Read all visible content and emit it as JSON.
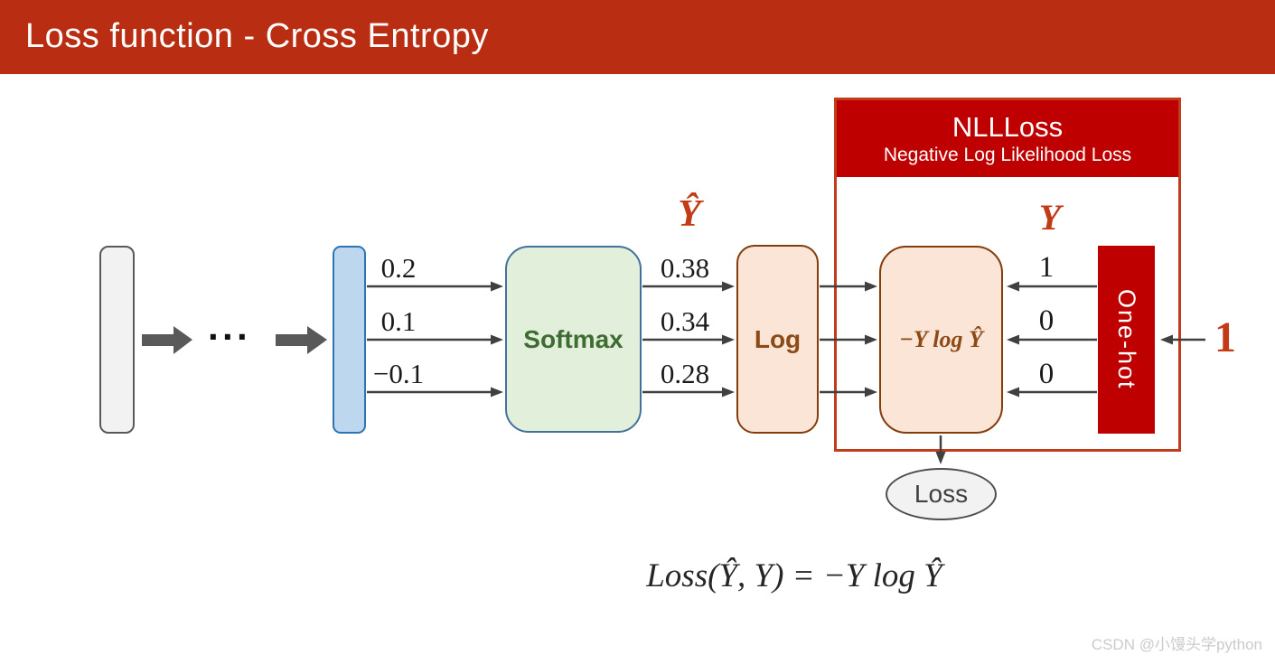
{
  "title": "Loss function - Cross Entropy",
  "colors": {
    "title_bar": "#B92E12",
    "crimson_fill": "#BE0000",
    "red_frame_border": "#C23B1C",
    "accent_red": "#C23A16",
    "peach_fill": "#FBE5D6",
    "brown_border": "#843C0C",
    "brown_text": "#8C4A17",
    "green_fill": "#E2EFDA",
    "green_text": "#3F6C33",
    "blue_fill": "#BDD7EE",
    "blue_border": "#2E74B5",
    "gray_fill": "#F2F2F2",
    "connector_line": "#404040"
  },
  "diagram": {
    "dots": "···",
    "logits": [
      "0.2",
      "0.1",
      "−0.1"
    ],
    "softmax_label": "Softmax",
    "yhat_label": "Ŷ",
    "probs": [
      "0.38",
      "0.34",
      "0.28"
    ],
    "log_label": "Log",
    "nll_op_label": "−Y log Ŷ",
    "nllloss_title": "NLLLoss",
    "nllloss_subtitle": "Negative Log Likelihood Loss",
    "y_label": "Y",
    "onehot_values": [
      "1",
      "0",
      "0"
    ],
    "onehot_label": "One-hot",
    "target_one": "1",
    "loss_label": "Loss"
  },
  "formula": "Loss(Ŷ, Y) = −Y log Ŷ",
  "watermark": "CSDN @小馒头学python"
}
